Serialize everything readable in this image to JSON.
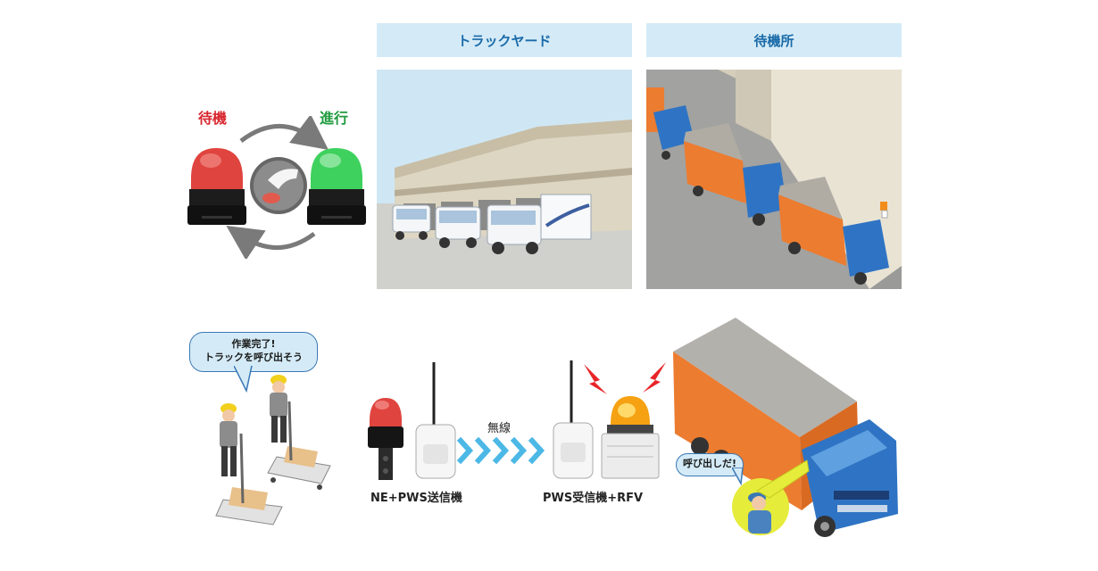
{
  "states": {
    "standby": "待機",
    "go": "進行"
  },
  "headers": {
    "truck_yard": "トラックヤード",
    "waiting_area": "待機所"
  },
  "bubbles": {
    "worker_line1": "作業完了!",
    "worker_line2": "トラックを呼び出そう",
    "driver": "呼び出しだ!"
  },
  "captions": {
    "wireless": "無線",
    "transmitter": "NE+PWS送信機",
    "receiver": "PWS受信機+RFV"
  },
  "colors": {
    "header_bg": "#d4ebf7",
    "header_text": "#1a6aa8",
    "standby": "#d7262e",
    "go": "#1f9a3e",
    "arrow": "#4cb8e6",
    "truck_orange": "#ec7c30",
    "truck_blue": "#2f74c4"
  }
}
